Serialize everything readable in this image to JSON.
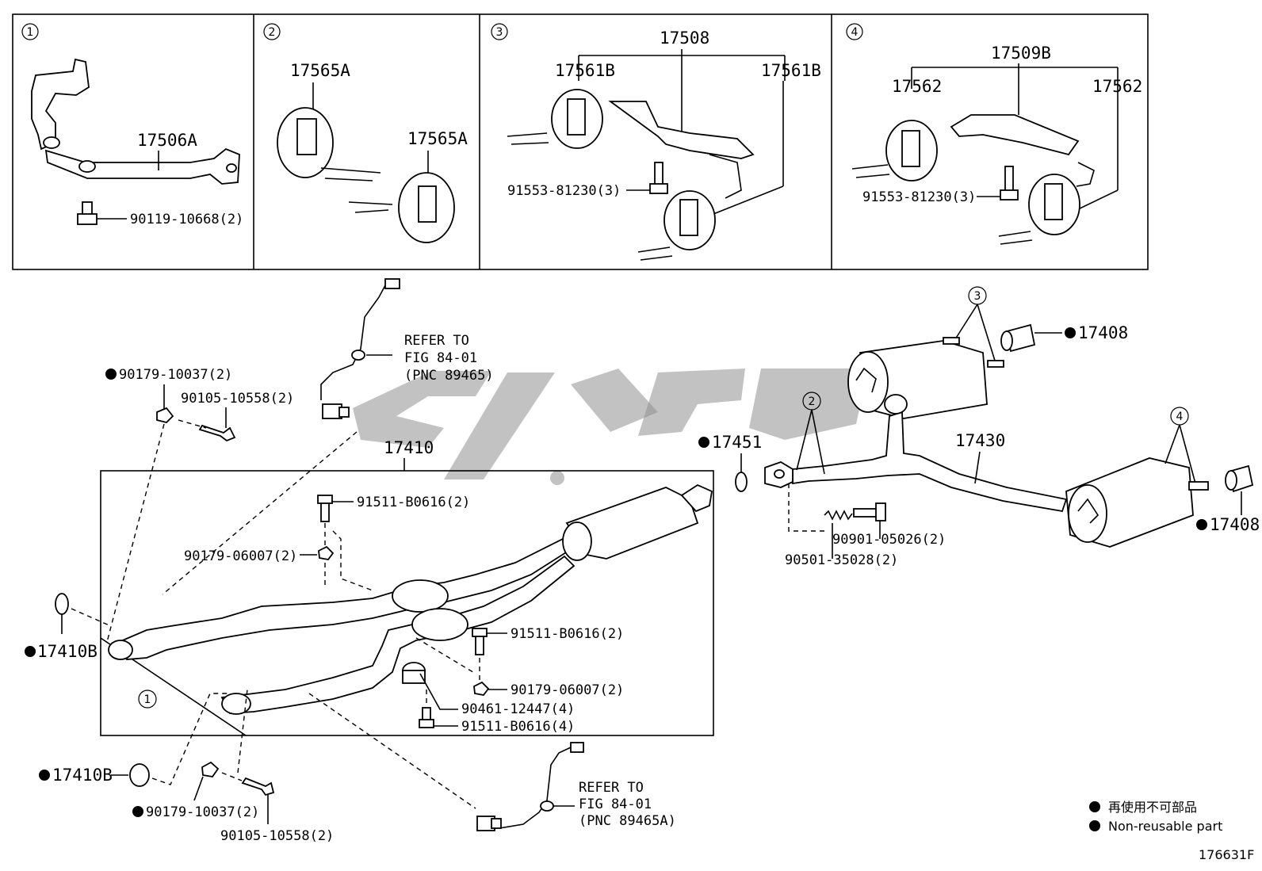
{
  "insets": [
    {
      "index": "1",
      "parts": [
        "17506A"
      ],
      "fasteners": [
        "90119-10668(2)"
      ]
    },
    {
      "index": "2",
      "parts": [
        "17565A",
        "17565A"
      ]
    },
    {
      "index": "3",
      "parts": [
        "17508",
        "17561B",
        "17561B"
      ],
      "fasteners": [
        "91553-81230(3)"
      ]
    },
    {
      "index": "4",
      "parts": [
        "17509B",
        "17562",
        "17562"
      ],
      "fasteners": [
        "91553-81230(3)"
      ]
    }
  ],
  "main": {
    "front_pipe": "17410",
    "center_pipe": "17430",
    "gaskets": [
      "17410B",
      "17410B",
      "17451"
    ],
    "tail_tips": [
      "17408",
      "17408"
    ],
    "callouts": {
      "c1": "1",
      "c2": "2",
      "c3": "3",
      "c4": "4"
    },
    "fasteners": {
      "nut_tl": "90179-10037(2)",
      "bolt_tl": "90105-10558(2)",
      "stud_a": "91511-B0616(2)",
      "nut_a": "90179-06007(2)",
      "stud_b": "91511-B0616(2)",
      "nut_b": "90179-06007(2)",
      "clamp": "90461-12447(4)",
      "stud_c": "91511-B0616(4)",
      "nut_bl": "90179-10037(2)",
      "bolt_bl": "90105-10558(2)",
      "spring": "90901-05026(2)",
      "bolt_r": "90501-35028(2)"
    },
    "refer_top": [
      "REFER TO",
      "FIG 84-01",
      "(PNC 89465)"
    ],
    "refer_bottom": [
      "REFER TO",
      "FIG 84-01",
      "(PNC 89465A)"
    ]
  },
  "legend": {
    "jp": "再使用不可部品",
    "en": "Non-reusable part"
  },
  "figure_id": "176631F"
}
